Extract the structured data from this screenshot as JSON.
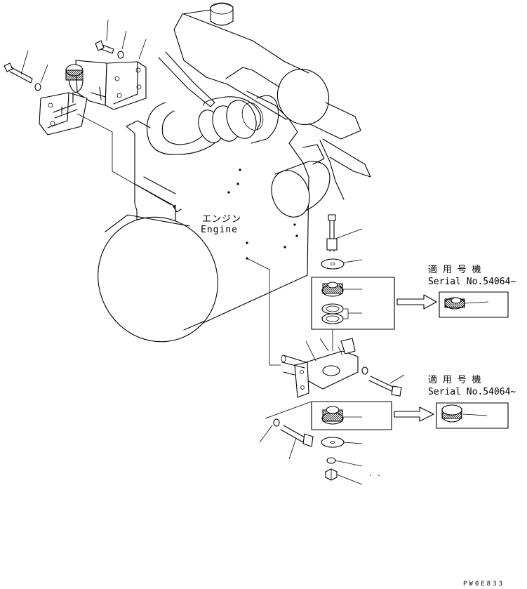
{
  "engine_label": {
    "jp": "エンジン",
    "en": "Engine"
  },
  "serial_note_1": {
    "jp": "適 用 号 機",
    "en": "Serial No.54064~"
  },
  "serial_note_2": {
    "jp": "適 用 号 機",
    "en": "Serial No.54064~"
  },
  "drawing_code": "PW0E833",
  "icons": [
    "engine",
    "air-cleaner",
    "turbocharger",
    "starter-motor",
    "front-bracket",
    "rear-bracket",
    "bolt",
    "washer",
    "rubber-cushion",
    "nut",
    "arrow-right"
  ]
}
